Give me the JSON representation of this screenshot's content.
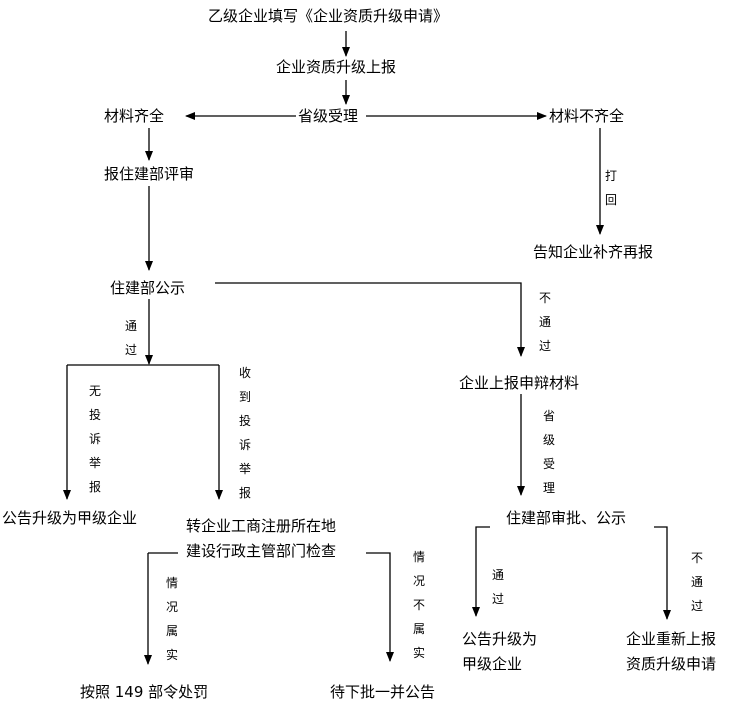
{
  "nodes": {
    "n1": "乙级企业填写《企业资质升级申请》",
    "n2": "企业资质升级上报",
    "n3": "省级受理",
    "n4": "材料齐全",
    "n5": "材料不齐全",
    "n6": "报住建部评审",
    "n7": "告知企业补齐再报",
    "n8": "住建部公示",
    "n9": "企业上报申辩材料",
    "n10": "公告升级为甲级企业",
    "n11a": "转企业工商注册所在地",
    "n11b": "建设行政主管部门检查",
    "n12": "住建部审批、公示",
    "n13": "按照 149 部令处罚",
    "n14": "待下批一并公告",
    "n15a": "公告升级为",
    "n15b": "甲级企业",
    "n16a": "企业重新上报",
    "n16b": "资质升级申请"
  },
  "edges": {
    "return": "打回",
    "pass": "通过",
    "notpass": "不通过",
    "noComplaint": "无投诉举报",
    "complaint": "收到投诉举报",
    "provAccept": "省级受理",
    "pass2": "通过",
    "notpass2": "不通过",
    "true": "情况属实",
    "notTrue": "情况不属实"
  }
}
